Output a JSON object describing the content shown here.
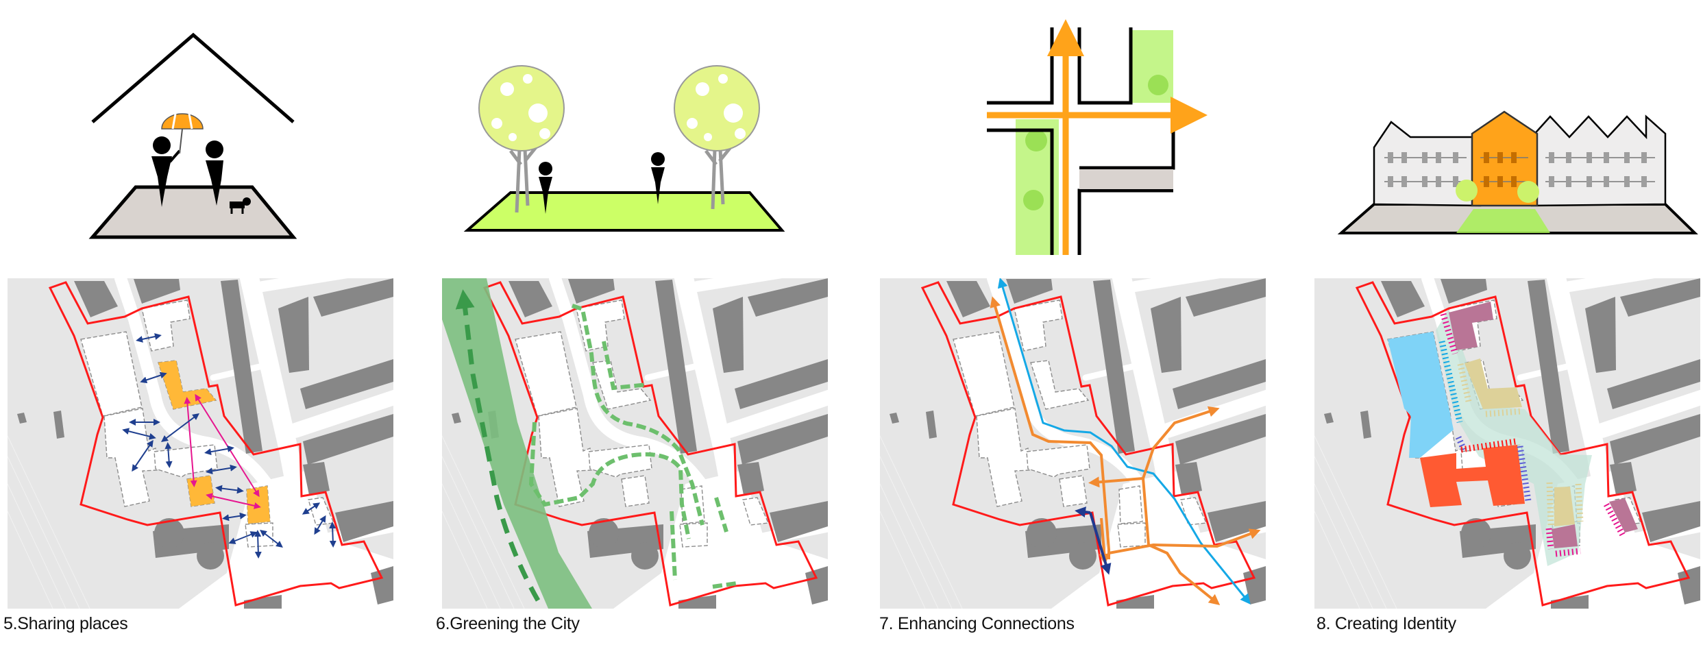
{
  "panels": [
    {
      "number": "5",
      "caption": "5.Sharing places",
      "icon": "sharing-places-icon"
    },
    {
      "number": "6",
      "caption": "6.Greening the City",
      "icon": "greening-icon"
    },
    {
      "number": "7",
      "caption": "7. Enhancing Connections",
      "icon": "connections-icon"
    },
    {
      "number": "8",
      "caption": "8. Creating Identity",
      "icon": "identity-icon"
    }
  ],
  "colors": {
    "site_boundary": "#ff1a1a",
    "map_background": "#e6e6e6",
    "existing_buildings": "#878787",
    "shared_space": "#d6cfb2",
    "community_buildings": "#ffb838",
    "interaction_arrows": "#1f3f8f",
    "link_arrows": "#e6158f",
    "green_corridor": "#7cbf80",
    "green_path": "#6dbf6d",
    "connection_orange": "#f28a30",
    "connection_blue": "#14a8e6",
    "connection_navy": "#1f3a8f",
    "identity_blue": "#7fd3f7",
    "identity_red": "#ff5a32",
    "identity_mauve": "#b97596",
    "identity_khaki": "#ddd199",
    "identity_mint": "#cfeadf"
  }
}
